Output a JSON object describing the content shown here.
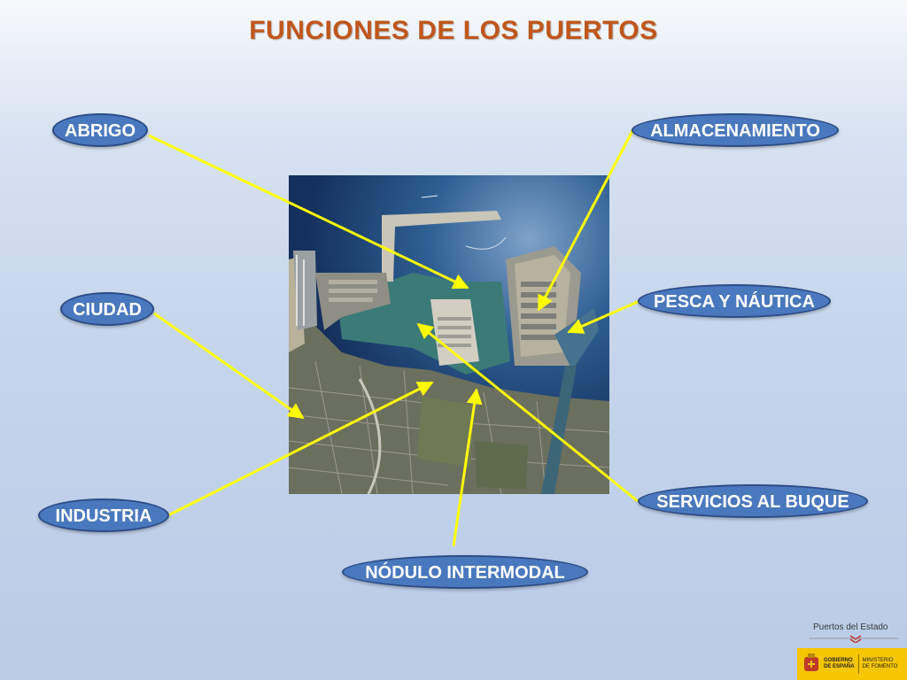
{
  "title": "FUNCIONES DE LOS PUERTOS",
  "labels": {
    "abrigo": "ABRIGO",
    "almacenamiento": "ALMACENAMIENTO",
    "ciudad": "CIUDAD",
    "pesca_nautica": "PESCA Y NÁUTICA",
    "industria": "INDUSTRIA",
    "servicios_buque": "SERVICIOS AL BUQUE",
    "nodulo_intermodal": "NÓDULO INTERMODAL"
  },
  "logo": {
    "organization": "Puertos del Estado",
    "gov_line1": "GOBIERNO",
    "gov_line2": "DE ESPAÑA",
    "ministry_line1": "MINISTERIO",
    "ministry_line2": "DE FOMENTO"
  },
  "colors": {
    "title": "#c0561a",
    "label_fill": "#4a78be",
    "label_border": "#2b4c86",
    "arrow": "#ffff00",
    "gov_bar": "#f6c600"
  },
  "images": {
    "center": "aerial-port-photo"
  }
}
